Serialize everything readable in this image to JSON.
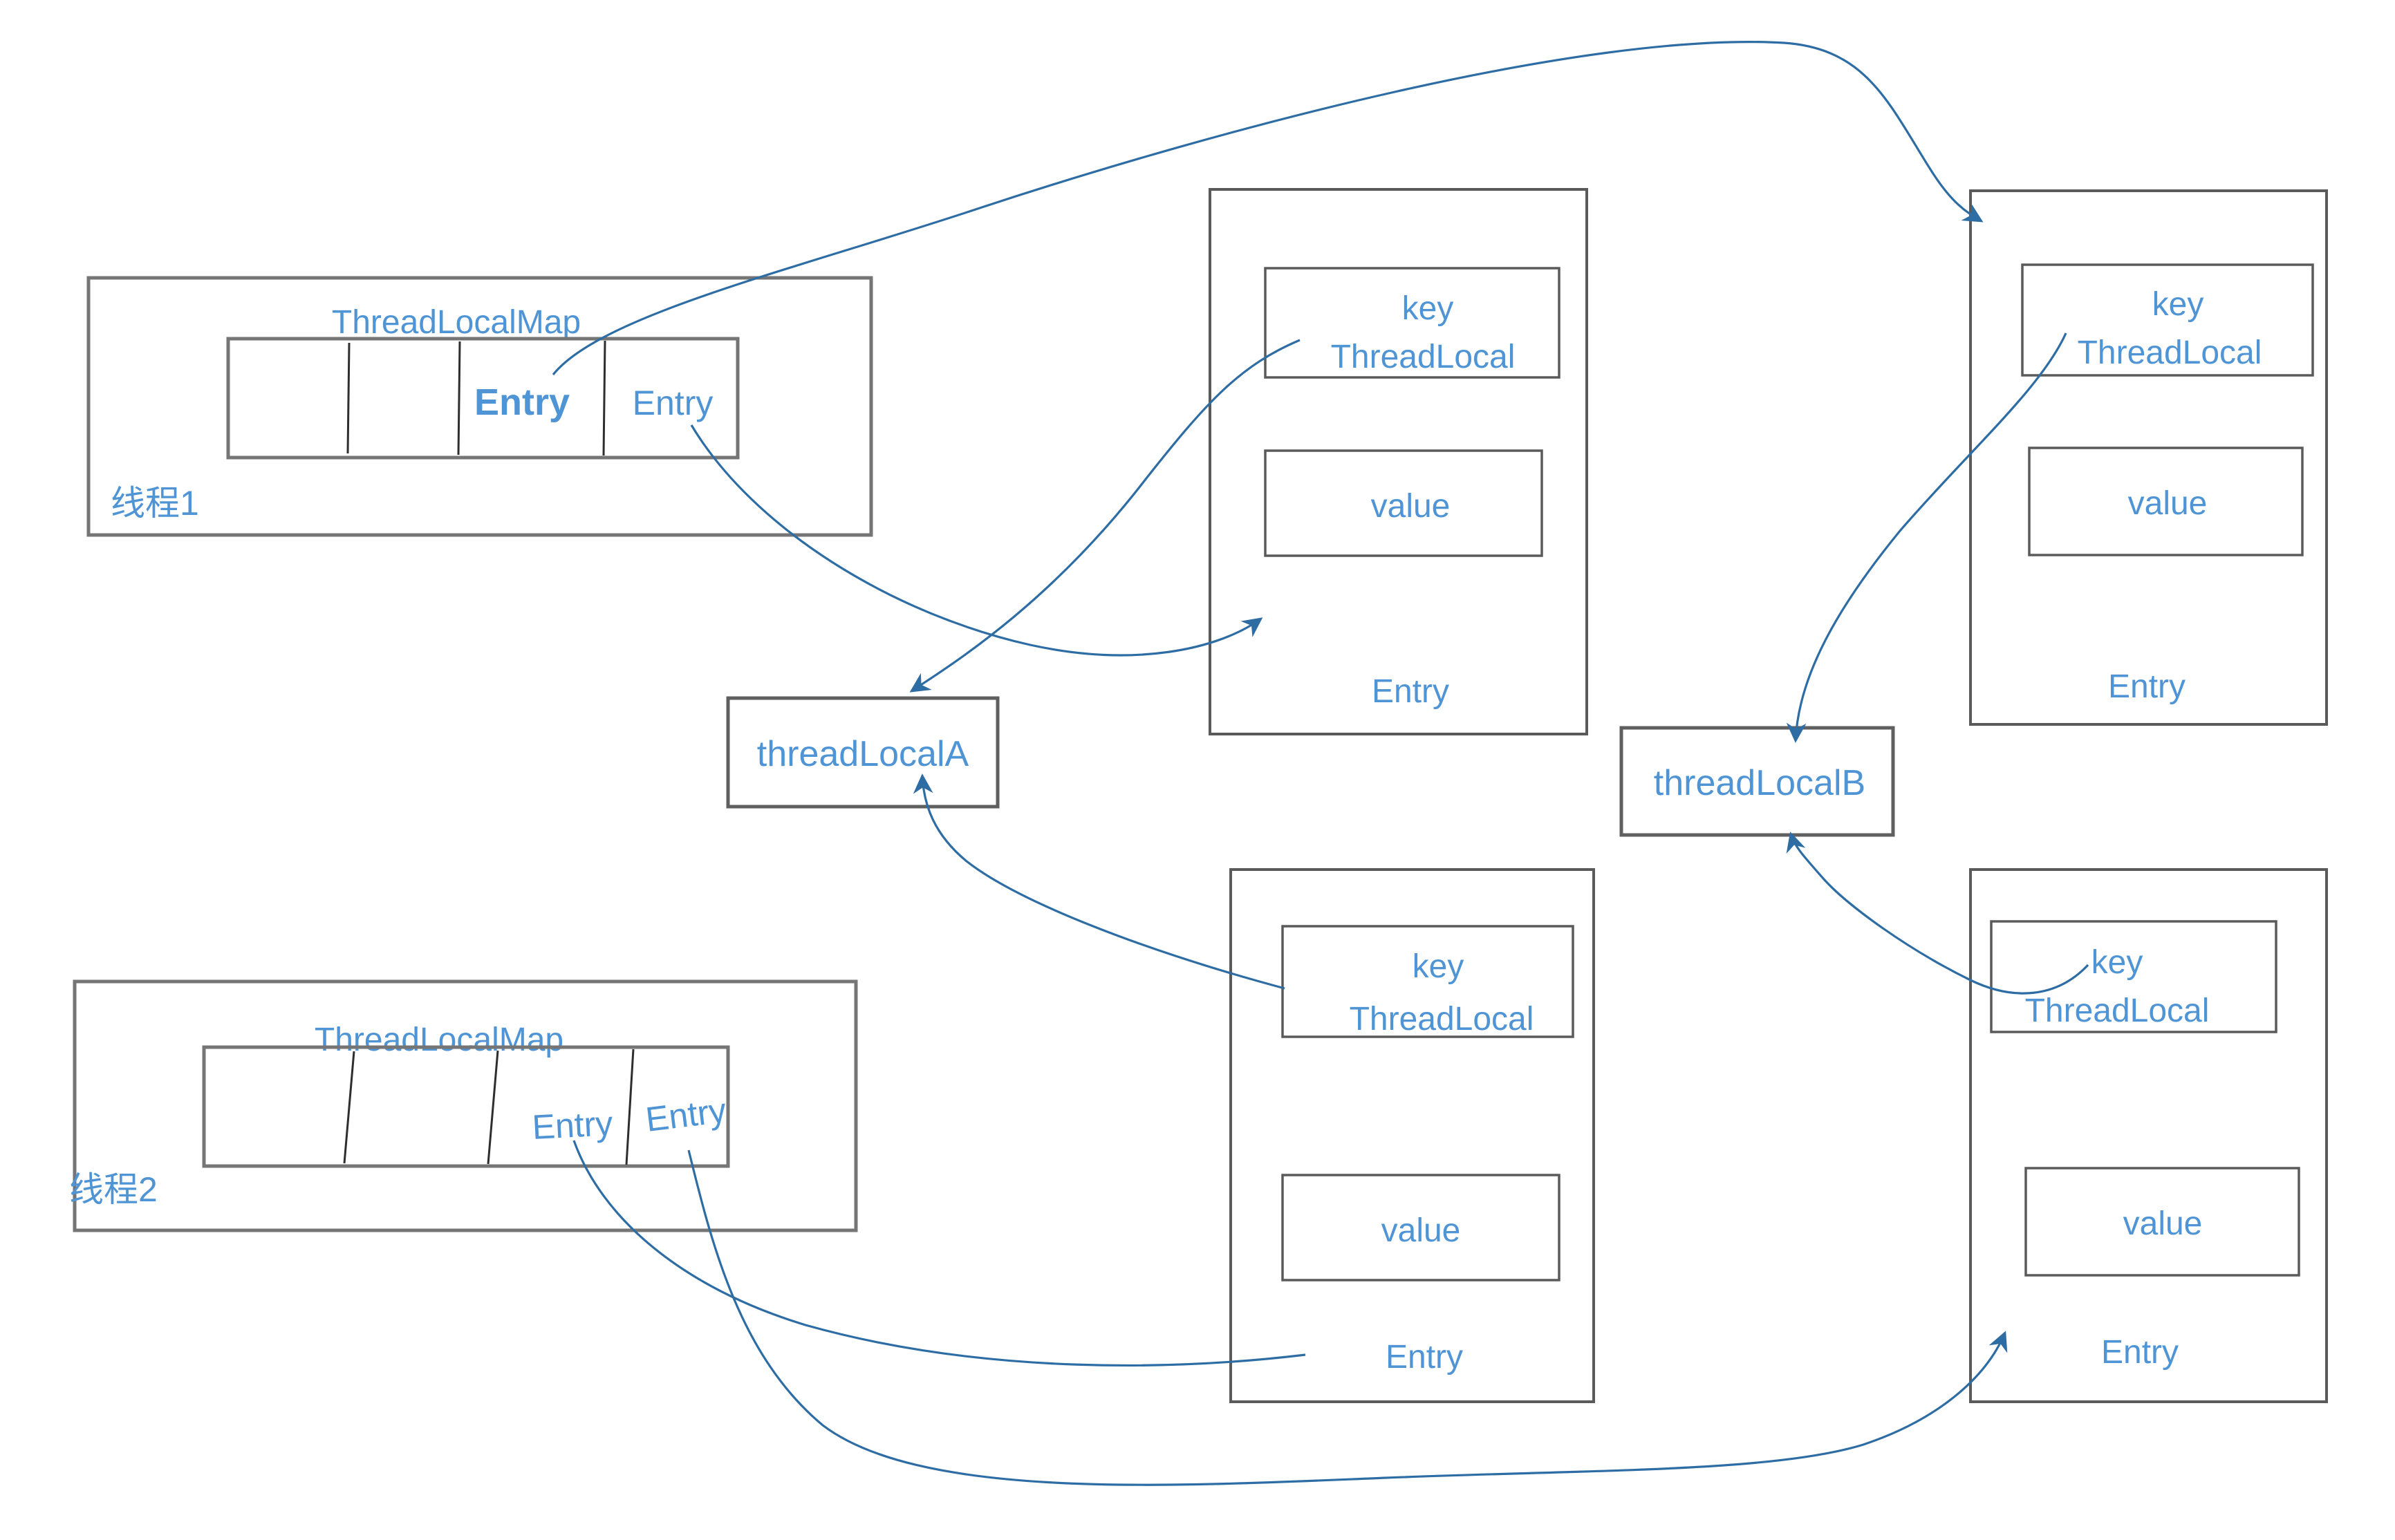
{
  "colors": {
    "text_blue": "#4f94d4",
    "arrow_blue": "#2e6da4",
    "border_gray": "#757575",
    "border_dark": "#4a4a4a",
    "background": "#ffffff"
  },
  "thread1": {
    "map_title": "ThreadLocalMap",
    "thread_label": "线程1",
    "cell3_label": "Entry",
    "cell4_label": "Entry"
  },
  "thread2": {
    "map_title": "ThreadLocalMap",
    "thread_label": "线程2",
    "cell3_label": "Entry",
    "cell4_label": "Entry"
  },
  "ref_a": {
    "label": "threadLocalA"
  },
  "ref_b": {
    "label": "threadLocalB"
  },
  "entries": {
    "top_middle": {
      "key_label": "key",
      "key_type": "ThreadLocal",
      "value_label": "value",
      "entry_label": "Entry"
    },
    "top_right": {
      "key_label": "key",
      "key_type": "ThreadLocal",
      "value_label": "value",
      "entry_label": "Entry"
    },
    "bottom_middle": {
      "key_label": "key",
      "key_type": "ThreadLocal",
      "value_label": "value",
      "entry_label": "Entry"
    },
    "bottom_right": {
      "key_label": "key",
      "key_type": "ThreadLocal",
      "value_label": "value",
      "entry_label": "Entry"
    }
  }
}
